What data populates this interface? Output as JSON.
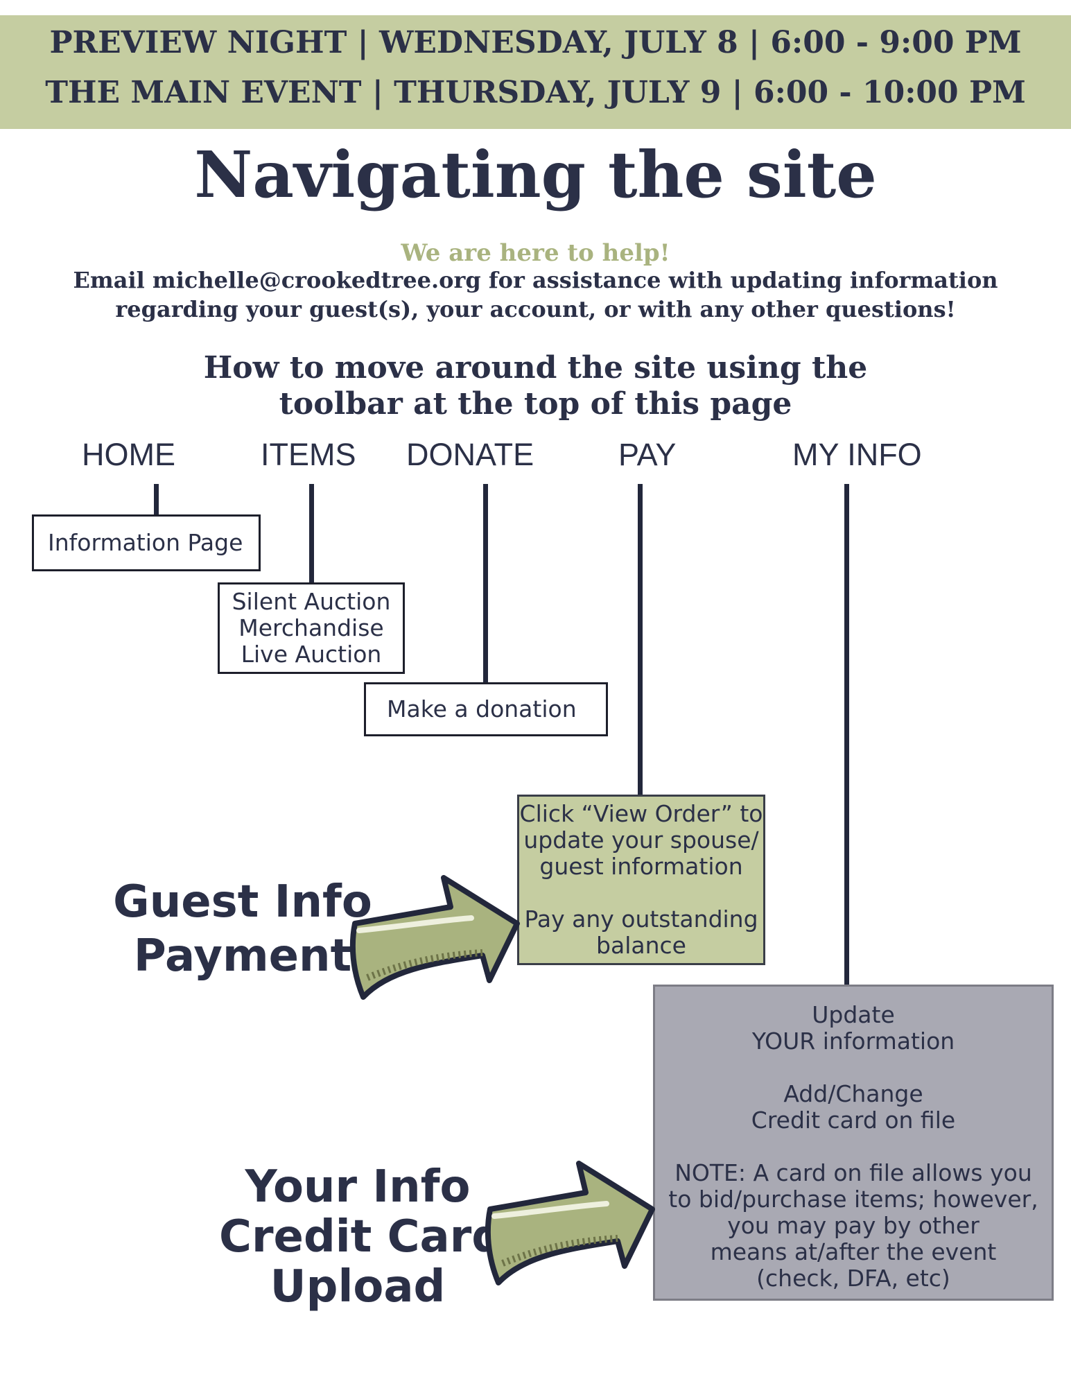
{
  "banner": {
    "line1": "PREVIEW NIGHT | WEDNESDAY, JULY 8 | 6:00 - 9:00 PM",
    "line2": "THE MAIN EVENT | THURSDAY, JULY 9 | 6:00 - 10:00 PM"
  },
  "title": "Navigating the site",
  "help": {
    "heading": "We are here to help!",
    "text": "Email michelle@crookedtree.org for assistance with updating information regarding your guest(s), your account, or with any other questions!"
  },
  "howto": {
    "line1": "How to move around the site using the",
    "line2": "toolbar at the top of this page"
  },
  "nav": {
    "home": "HOME",
    "items": "ITEMS",
    "donate": "DONATE",
    "pay": "PAY",
    "myinfo": "MY INFO"
  },
  "boxes": {
    "home": "Information Page",
    "items": [
      "Silent Auction",
      "Merchandise",
      "Live Auction"
    ],
    "donate": "Make a donation",
    "pay": [
      "Click “View Order” to",
      "update your spouse/",
      "guest information",
      "",
      "Pay any outstanding",
      "balance"
    ],
    "myinfo": [
      "Update",
      "YOUR information",
      "",
      "Add/Change",
      "Credit card on file",
      "",
      "NOTE: A card on file allows you",
      "to bid/purchase items; however,",
      "you may pay by other",
      "means at/after the event",
      "(check, DFA, etc)"
    ]
  },
  "callouts": {
    "guest": [
      "Guest Info",
      "Payment"
    ],
    "your": [
      "Your Info",
      "Credit Card",
      "Upload"
    ]
  },
  "colors": {
    "navy": "#2b3047",
    "sage": "#c5cda1",
    "sage_dark": "#a9b37f",
    "gray_box": "#a9a9b3"
  },
  "icons": {
    "arrow1": "right-arrow-icon",
    "arrow2": "right-arrow-icon"
  }
}
